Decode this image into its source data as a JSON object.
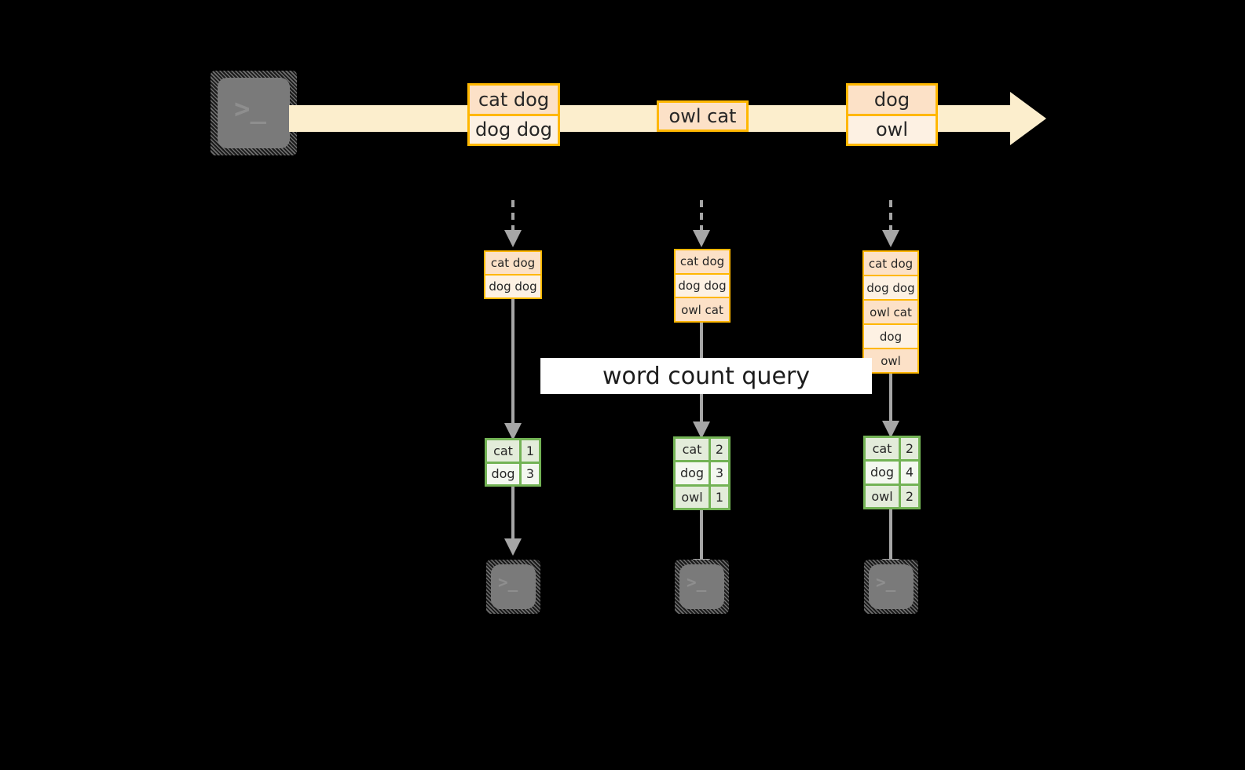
{
  "diagram": {
    "title": "word count streaming query",
    "colors": {
      "background": "#000000",
      "stream_bar": "#fceecd",
      "record_border": "#ffb700",
      "record_fill_light": "#fdf1e3",
      "record_fill_dark": "#fce1c7",
      "result_border": "#73b355",
      "result_fill_light": "#f4f8f0",
      "result_fill_dark": "#e3ecda",
      "connector": "#a6a6a6",
      "terminal_fill": "#7a7a7a",
      "banner_fill": "#ffffff"
    }
  },
  "source": {
    "icon": "terminal-icon",
    "prompt": ">_"
  },
  "stream": {
    "arrow": "right-arrow",
    "batches": [
      {
        "name": "batch-1",
        "rows": [
          {
            "text": "cat dog",
            "shade": "dark"
          },
          {
            "text": "dog dog",
            "shade": "light"
          }
        ]
      },
      {
        "name": "batch-2",
        "rows": [
          {
            "text": "owl cat",
            "shade": "dark"
          }
        ]
      },
      {
        "name": "batch-3",
        "rows": [
          {
            "text": "dog",
            "shade": "dark"
          },
          {
            "text": "owl",
            "shade": "light"
          }
        ]
      }
    ]
  },
  "label": {
    "text": "word count query"
  },
  "columns": [
    {
      "name": "column-1",
      "input_rows": [
        {
          "text": "cat dog",
          "shade": "dark"
        },
        {
          "text": "dog dog",
          "shade": "light"
        }
      ],
      "result": {
        "rows": [
          {
            "word": "cat",
            "count": "1",
            "shade": "dark"
          },
          {
            "word": "dog",
            "count": "3",
            "shade": "light"
          }
        ]
      },
      "sink": {
        "icon": "terminal-icon",
        "prompt": ">_"
      }
    },
    {
      "name": "column-2",
      "input_rows": [
        {
          "text": "cat dog",
          "shade": "dark"
        },
        {
          "text": "dog dog",
          "shade": "light"
        },
        {
          "text": "owl cat",
          "shade": "dark"
        }
      ],
      "result": {
        "rows": [
          {
            "word": "cat",
            "count": "2",
            "shade": "dark"
          },
          {
            "word": "dog",
            "count": "3",
            "shade": "light"
          },
          {
            "word": "owl",
            "count": "1",
            "shade": "dark"
          }
        ]
      },
      "sink": {
        "icon": "terminal-icon",
        "prompt": ">_"
      }
    },
    {
      "name": "column-3",
      "input_rows": [
        {
          "text": "cat dog",
          "shade": "dark"
        },
        {
          "text": "dog dog",
          "shade": "light"
        },
        {
          "text": "owl cat",
          "shade": "dark"
        },
        {
          "text": "dog",
          "shade": "light"
        },
        {
          "text": "owl",
          "shade": "dark"
        }
      ],
      "result": {
        "rows": [
          {
            "word": "cat",
            "count": "2",
            "shade": "dark"
          },
          {
            "word": "dog",
            "count": "4",
            "shade": "light"
          },
          {
            "word": "owl",
            "count": "2",
            "shade": "dark"
          }
        ]
      },
      "sink": {
        "icon": "terminal-icon",
        "prompt": ">_"
      }
    }
  ]
}
